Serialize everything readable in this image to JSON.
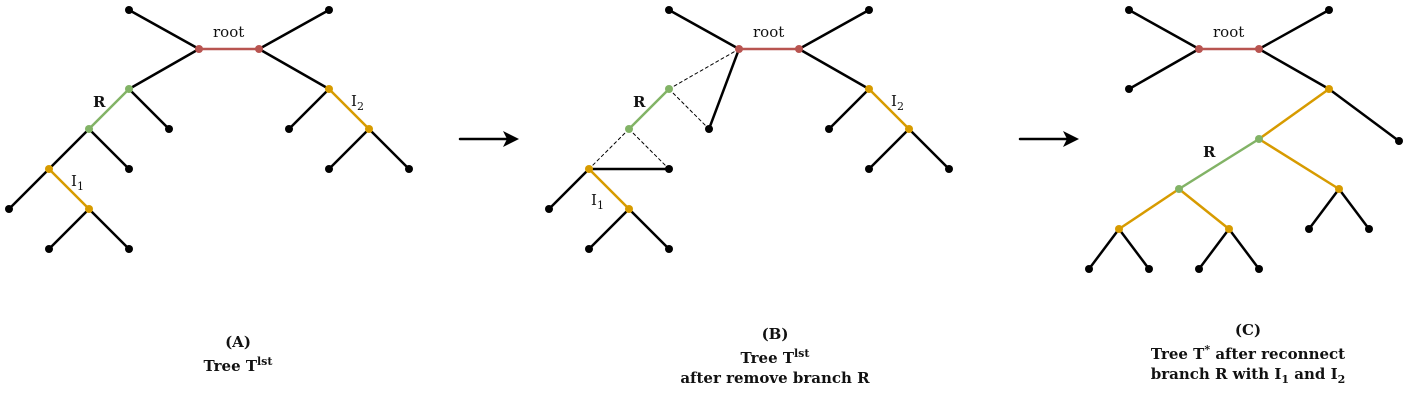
{
  "colors": {
    "root_edge": "#b85450",
    "pruned_edge": "#82b366",
    "insert_edge": "#d79b00",
    "default_edge": "#000000",
    "arrow": "#000000"
  },
  "panels": [
    {
      "labels": {
        "root": "root",
        "branch": "R",
        "i1": "I",
        "i1_sub": "1",
        "i2": "I",
        "i2_sub": "2"
      },
      "caption": {
        "letter": "(A)",
        "line1": "Tree T",
        "line1_sup": "lst"
      }
    },
    {
      "labels": {
        "root": "root",
        "branch": "R",
        "i1": "I",
        "i1_sub": "1",
        "i2": "I",
        "i2_sub": "2"
      },
      "caption": {
        "letter": "(B)",
        "line1": "Tree T",
        "line1_sup": "lst",
        "line2": "after remove branch R"
      }
    },
    {
      "labels": {
        "root": "root",
        "branch": "R"
      },
      "caption": {
        "letter": "(C)",
        "line1_a": "Tree T",
        "line1_sup": "*",
        "line1_b": " after reconnect",
        "line2_a": "branch R with I",
        "line2_sub1": "1",
        "line2_b": " and I",
        "line2_sub2": "2"
      }
    }
  ]
}
